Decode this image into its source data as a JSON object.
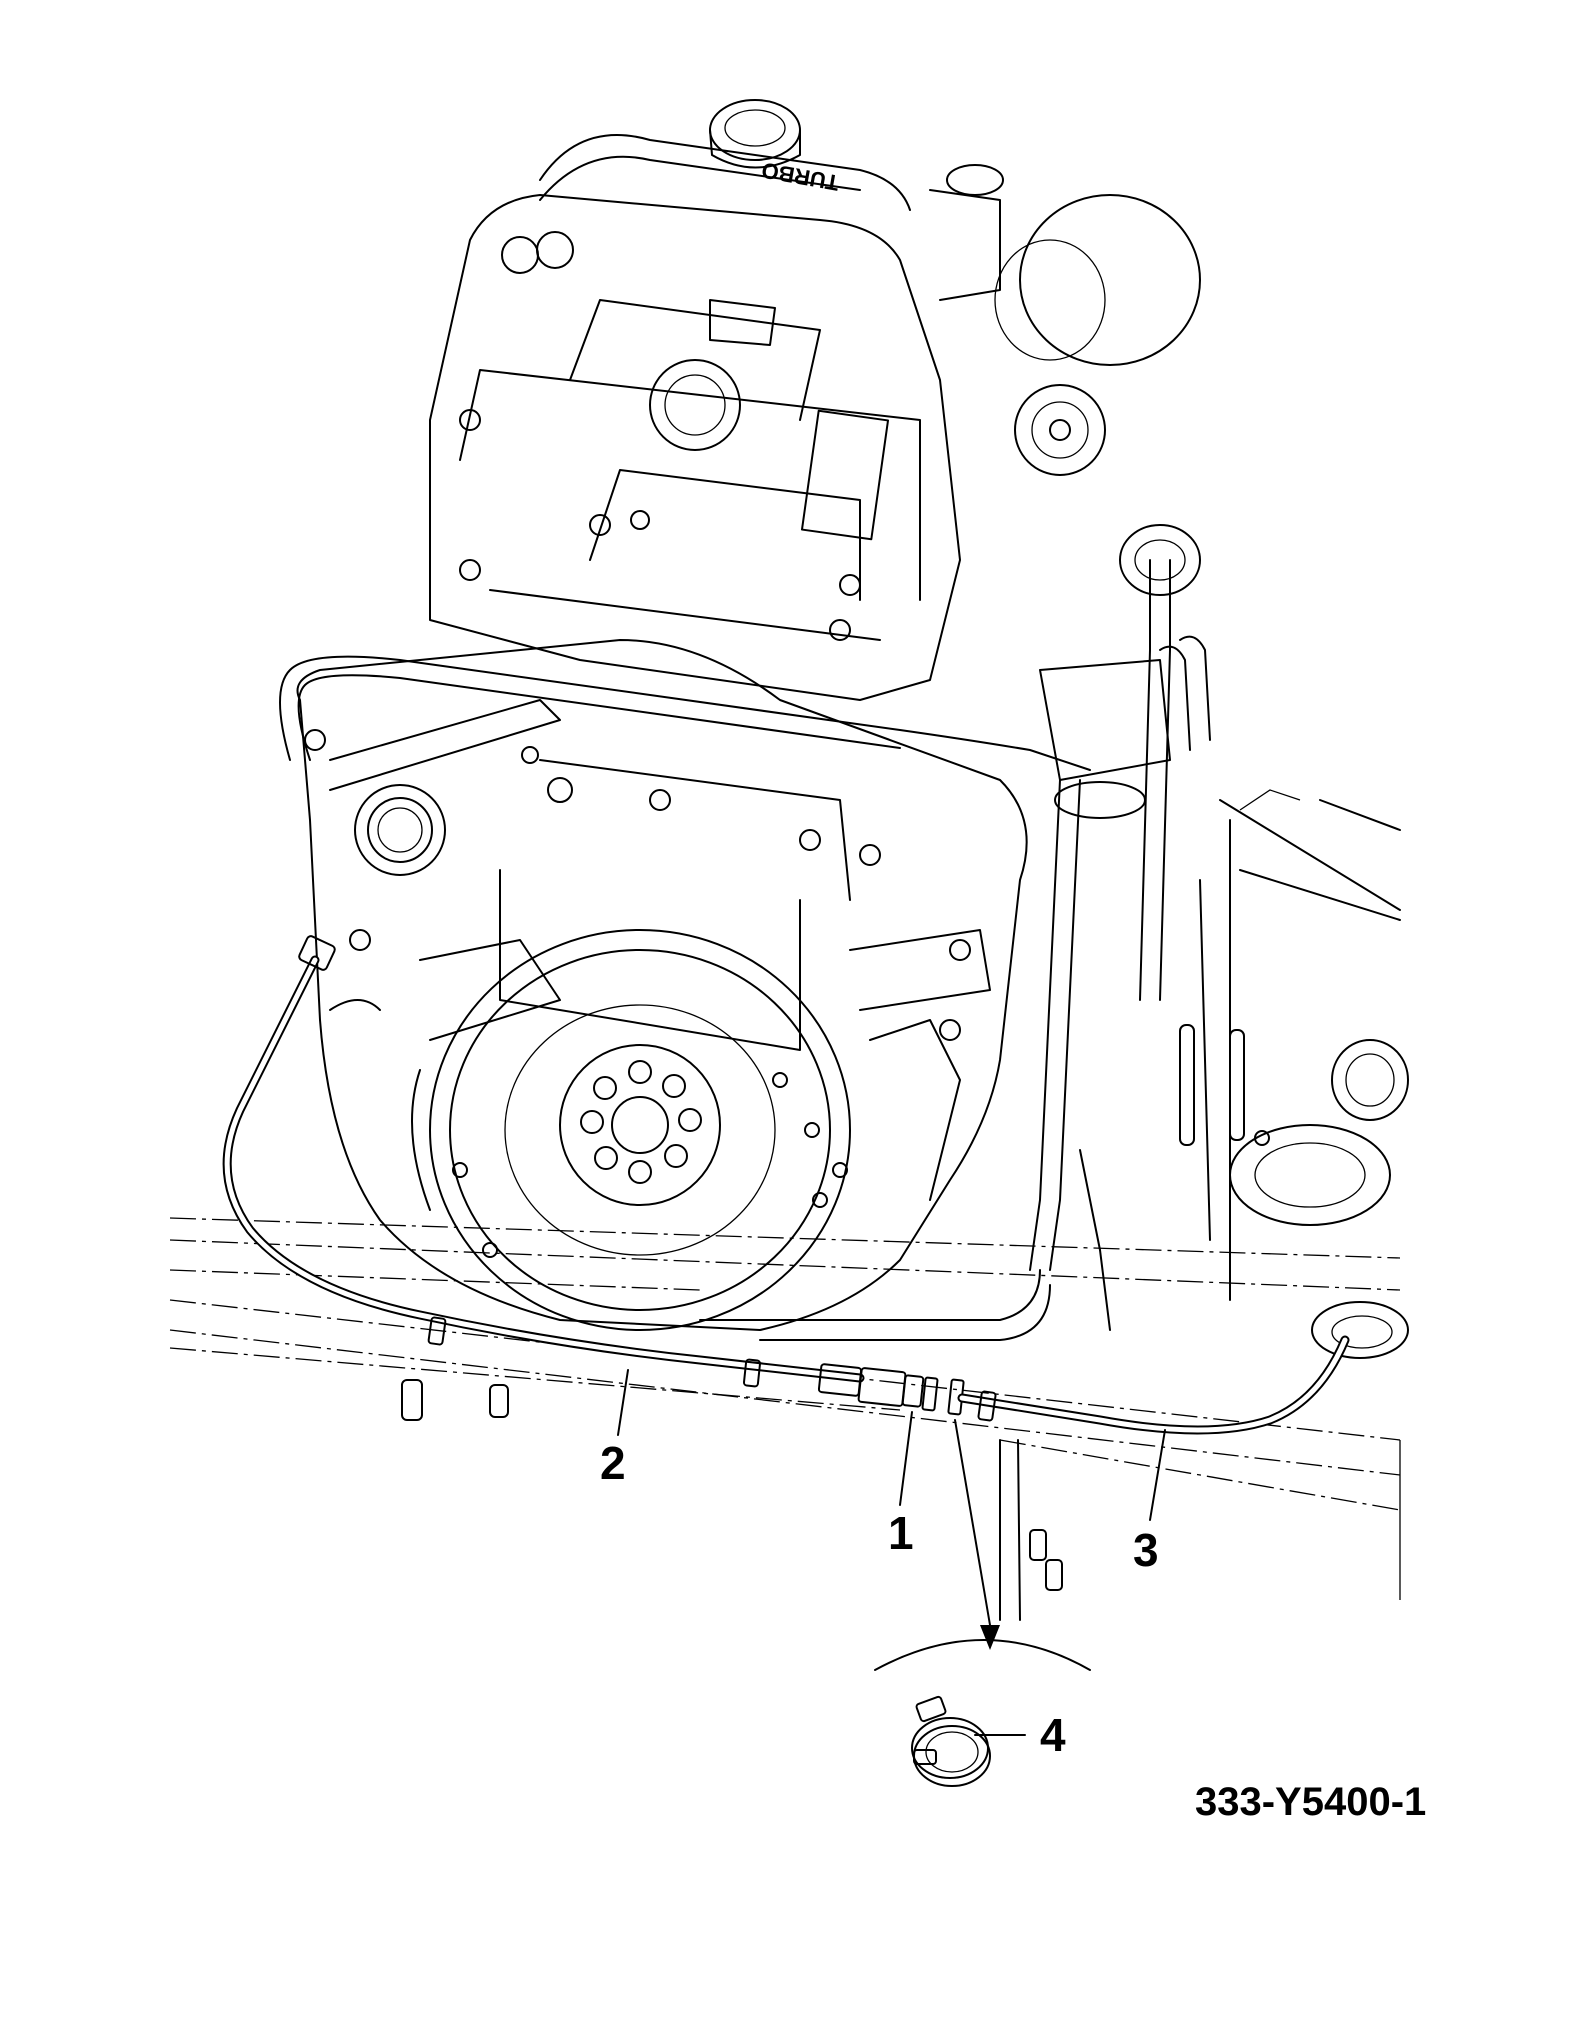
{
  "figure_id": "333-Y5400-1",
  "callouts": [
    {
      "label": "1"
    },
    {
      "label": "2"
    },
    {
      "label": "3"
    },
    {
      "label": "4"
    }
  ],
  "engine_cover_text": "TURBO"
}
